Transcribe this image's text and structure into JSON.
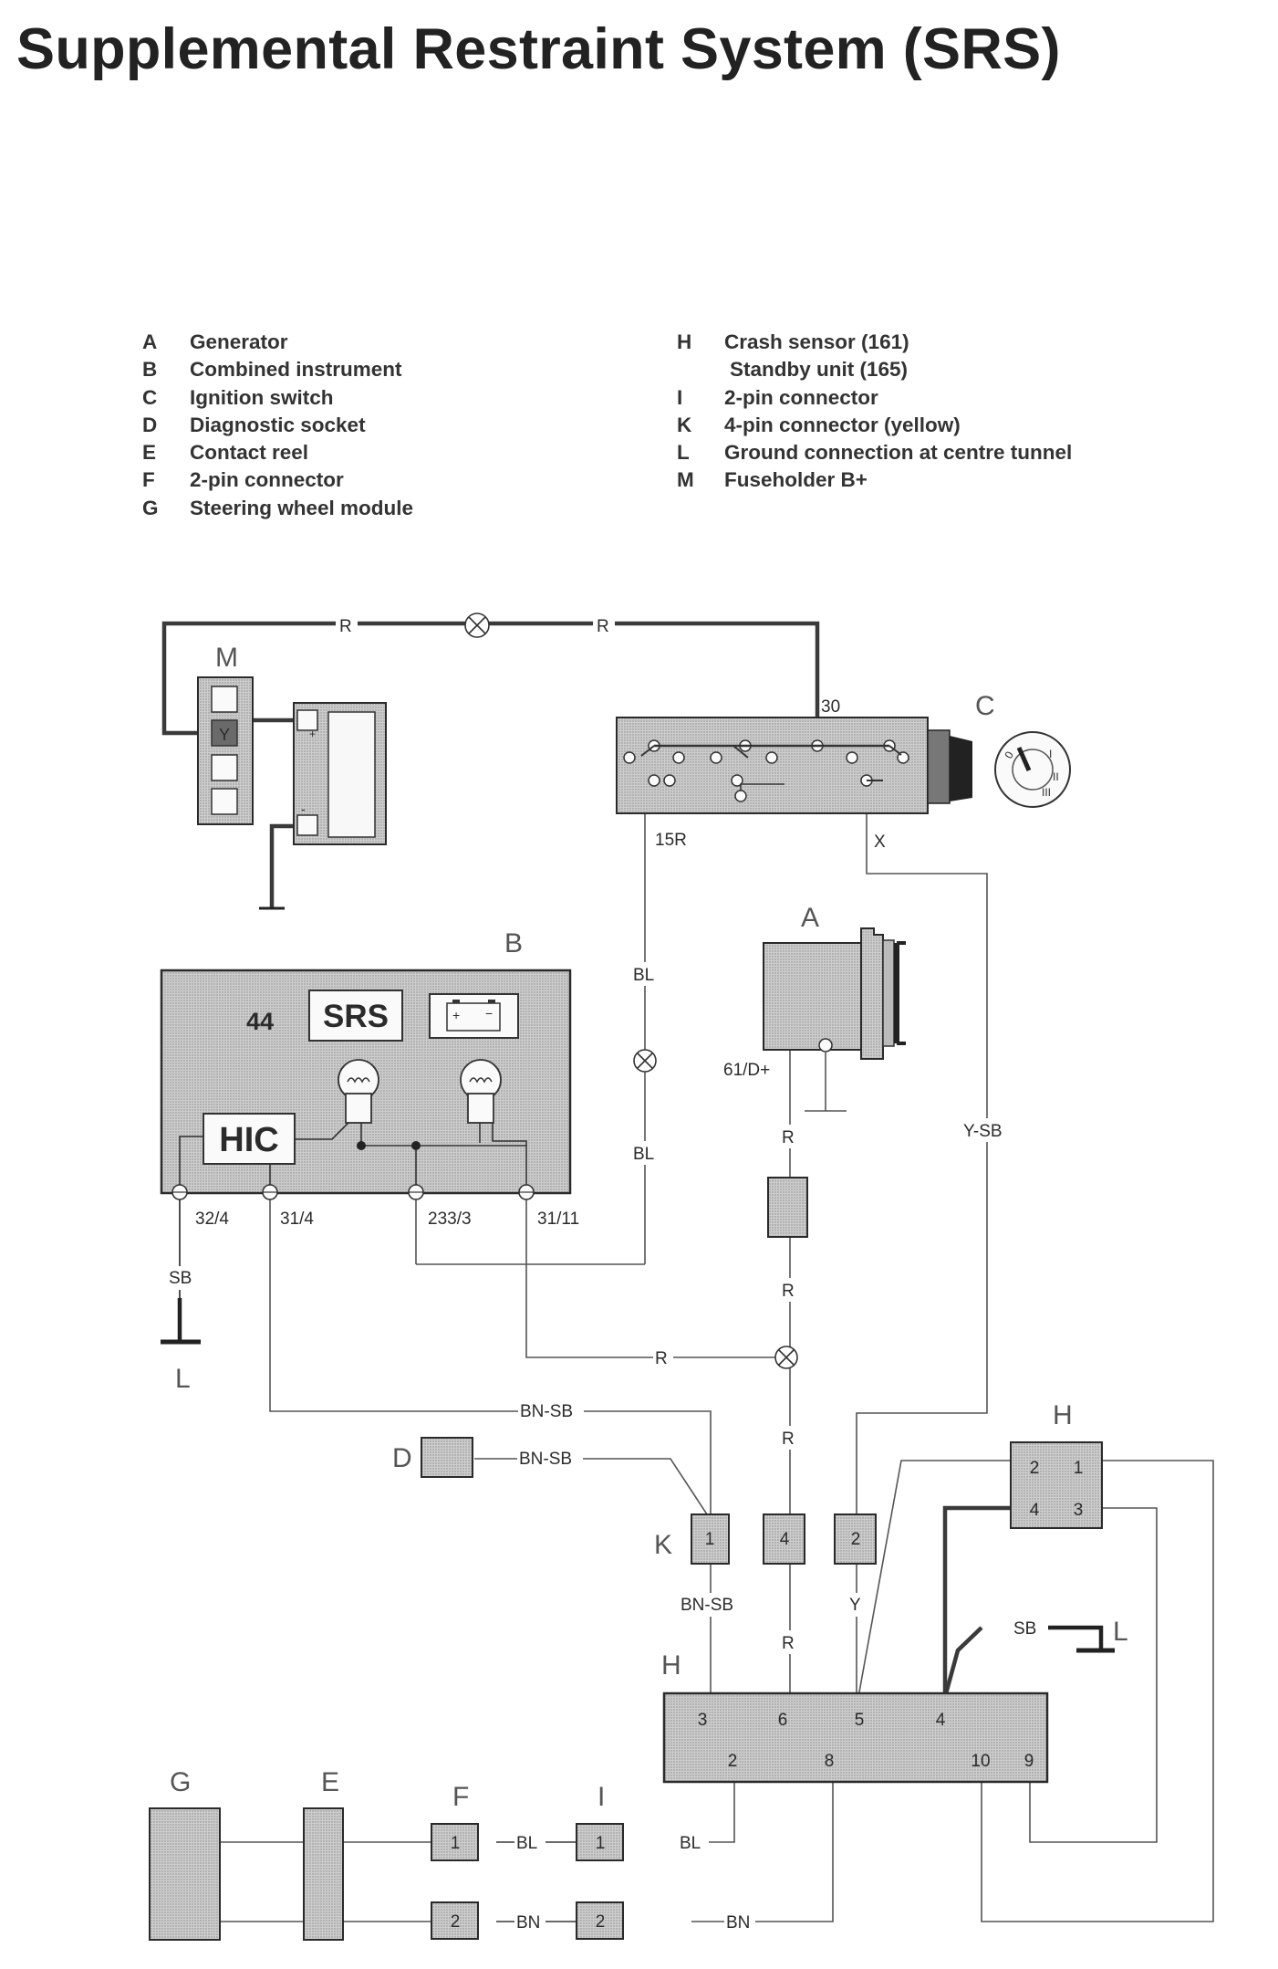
{
  "title": "Supplemental Restraint System (SRS)",
  "legend_left": [
    {
      "key": "A",
      "text": "Generator"
    },
    {
      "key": "B",
      "text": "Combined instrument"
    },
    {
      "key": "C",
      "text": "Ignition switch"
    },
    {
      "key": "D",
      "text": "Diagnostic socket"
    },
    {
      "key": "E",
      "text": "Contact reel"
    },
    {
      "key": "F",
      "text": "2-pin connector"
    },
    {
      "key": "G",
      "text": "Steering wheel module"
    }
  ],
  "legend_right": [
    {
      "key": "H",
      "text": "Crash sensor (161)"
    },
    {
      "key": "",
      "text": "Standby unit (165)"
    },
    {
      "key": "I",
      "text": "2-pin connector"
    },
    {
      "key": "K",
      "text": "4-pin connector (yellow)"
    },
    {
      "key": "L",
      "text": "Ground connection at centre tunnel"
    },
    {
      "key": "M",
      "text": "Fuseholder B+"
    }
  ],
  "component_letters": {
    "M": "M",
    "C": "C",
    "A": "A",
    "B": "B",
    "L1": "L",
    "D": "D",
    "H1": "H",
    "K": "K",
    "H2": "H",
    "L2": "L",
    "G": "G",
    "E": "E",
    "F": "F",
    "I": "I"
  },
  "instrument": {
    "number": "44",
    "srs": "SRS",
    "hic": "HIC"
  },
  "fuse_label": "Y",
  "battery": {
    "plus": "+",
    "minus": "-"
  },
  "terminals": {
    "ign_30": "30",
    "ign_15r": "15R",
    "ign_x": "X",
    "gen_61": "61/D+",
    "b_32_4": "32/4",
    "b_31_4": "31/4",
    "b_233_3": "233/3",
    "b_31_11": "31/11"
  },
  "wires": {
    "top_r_left": "R",
    "top_r_right": "R",
    "bl_upper": "BL",
    "bl_lower": "BL",
    "r_gen": "R",
    "r_fuse_below": "R",
    "r_horizontal": "R",
    "r_to_k4": "R",
    "y_sb": "Y-SB",
    "sb_ground": "SB",
    "bn_sb_upper": "BN-SB",
    "bn_sb_d": "BN-SB",
    "bn_sb_k1": "BN-SB",
    "r_k4_down": "R",
    "y_k2_down": "Y",
    "sb_h": "SB",
    "bl_fi": "BL",
    "bl_ih": "BL",
    "bn_fi": "BN",
    "bn_ih": "BN"
  },
  "connector_k_pins": [
    "1",
    "4",
    "2"
  ],
  "sensor_pins": [
    "2",
    "1",
    "4",
    "3"
  ],
  "unit_pins_top": [
    "3",
    "6",
    "5",
    "4"
  ],
  "unit_pins_bottom": [
    "2",
    "8",
    "10",
    "9"
  ],
  "f_pins": [
    "1",
    "2"
  ],
  "i_pins": [
    "1",
    "2"
  ]
}
